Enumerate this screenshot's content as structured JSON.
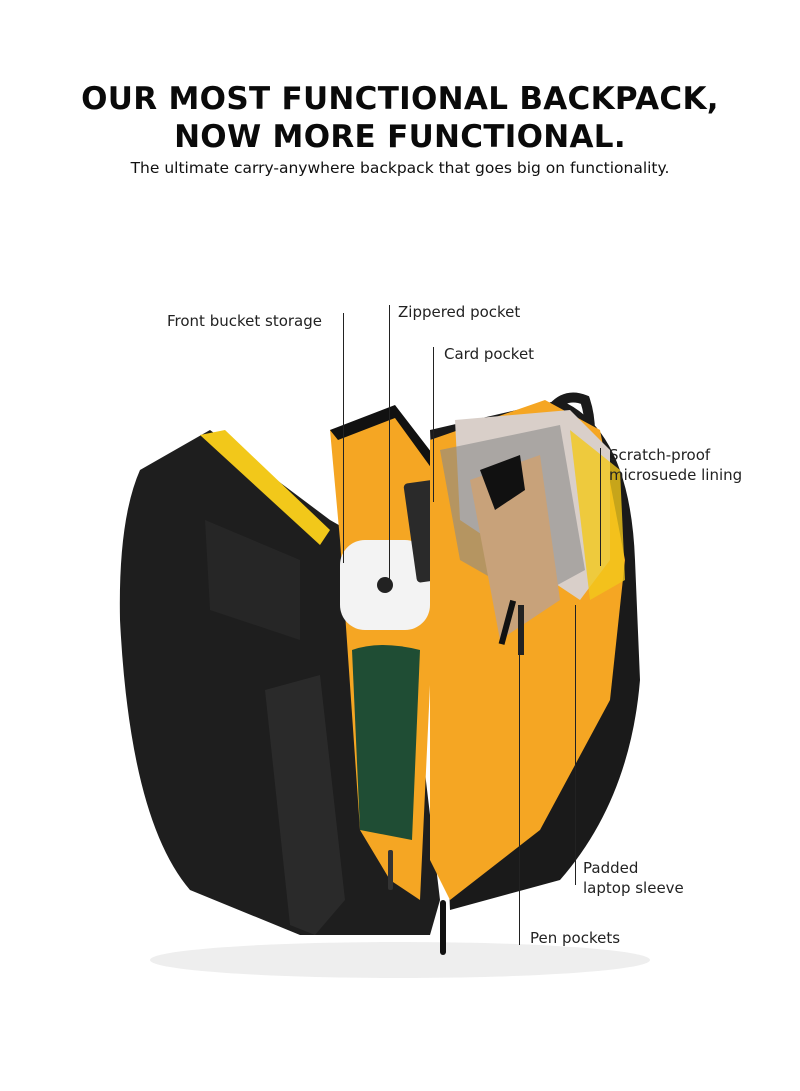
{
  "header": {
    "title_line1": "OUR MOST FUNCTIONAL BACKPACK,",
    "title_line2": "NOW MORE FUNCTIONAL.",
    "subtitle": "The ultimate carry-anywhere backpack that goes big on functionality."
  },
  "callouts": {
    "front_bucket": "Front bucket storage",
    "zippered": "Zippered pocket",
    "card": "Card pocket",
    "scratch_line1": "Scratch-proof",
    "scratch_line2": "microsuede lining",
    "padded_line1": "Padded",
    "padded_line2": "laptop sleeve",
    "pen": "Pen pockets"
  },
  "colors": {
    "body": "#1c1c1c",
    "lining": "#f5a623",
    "trim": "#f2c81a",
    "microsuede": "#d9cfc9"
  }
}
